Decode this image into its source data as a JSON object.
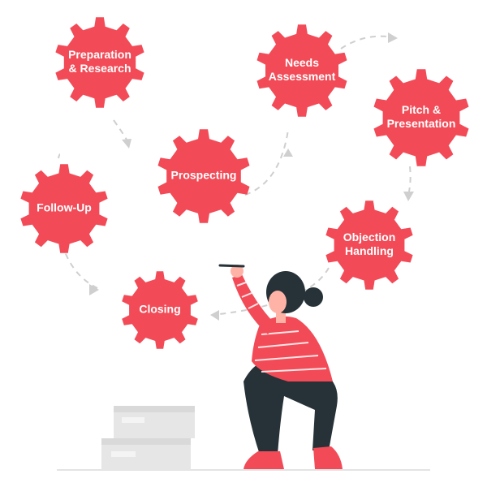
{
  "colors": {
    "gear": "#f24b57",
    "gear_text": "#ffffff",
    "connector": "#cfcfcf",
    "boxes": "#e6e6e6",
    "hair": "#263238",
    "pants": "#263238",
    "shirt": "#f24b57",
    "skin": "#ffb3a7"
  },
  "stages": [
    {
      "id": "preparation",
      "lines": [
        "Preparation",
        "& Research"
      ]
    },
    {
      "id": "prospecting",
      "lines": [
        "Prospecting"
      ]
    },
    {
      "id": "needs",
      "lines": [
        "Needs",
        "Assessment"
      ]
    },
    {
      "id": "pitch",
      "lines": [
        "Pitch &",
        "Presentation"
      ]
    },
    {
      "id": "objection",
      "lines": [
        "Objection",
        "Handling"
      ]
    },
    {
      "id": "closing",
      "lines": [
        "Closing"
      ]
    },
    {
      "id": "followup",
      "lines": [
        "Follow-Up"
      ]
    }
  ],
  "illustration": {
    "figure": "woman-drawing-icon",
    "boxes": "storage-boxes-icon",
    "pen": "marker-pen-icon"
  }
}
